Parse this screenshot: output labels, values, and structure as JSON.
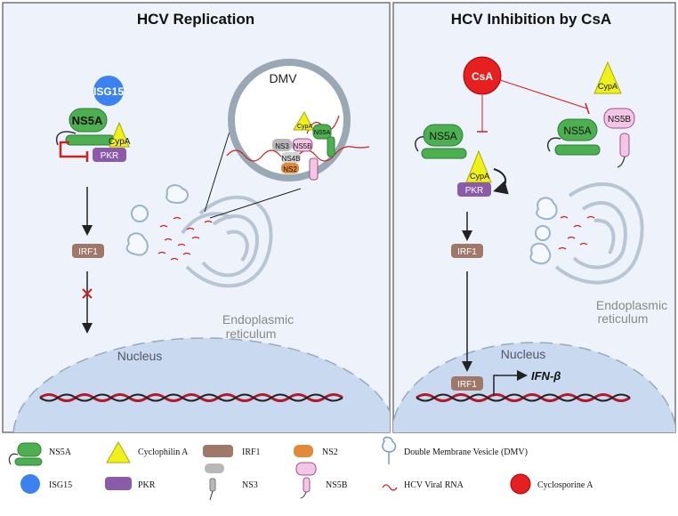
{
  "panels": {
    "left_title": "HCV Replication",
    "right_title": "HCV Inhibition by CsA"
  },
  "labels": {
    "isg15": "ISG15",
    "ns5a": "NS5A",
    "cypa": "CypA",
    "pkr": "PKR",
    "irf1": "IRF1",
    "dmv": "DMV",
    "ns3": "NS3",
    "ns5b": "NS5B",
    "ns4b": "NS4B",
    "ns2": "NS2",
    "csa": "CsA",
    "er_line1": "Endoplasmic",
    "er_line2": "reticulum",
    "nucleus": "Nucleus",
    "ifn": "IFN-β"
  },
  "legend": {
    "ns5a": "NS5A",
    "cyclophilin": "Cyclophilin A",
    "irf1": "IRF1",
    "ns2": "NS2",
    "dmv": "Double Membrane Vesicle (DMV)",
    "isg15": "ISG15",
    "pkr": "PKR",
    "ns3": "NS3",
    "ns5b": "NS5B",
    "rna": "HCV Viral RNA",
    "csa": "Cyclosporine A"
  },
  "colors": {
    "panel_bg": "#eef3fb",
    "ns5a_green": "#4caf50",
    "cypa_yellow": "#f0f01a",
    "pkr_purple": "#8a5ca8",
    "irf1_brown": "#a0786a",
    "ns2_orange": "#e08a3a",
    "isg15_blue": "#3b82f0",
    "ns5b_pink": "#f3c6e6",
    "csa_red": "#e62020",
    "rna_red": "#d11f1f",
    "nucleus_blue": "#c9d9ef"
  }
}
